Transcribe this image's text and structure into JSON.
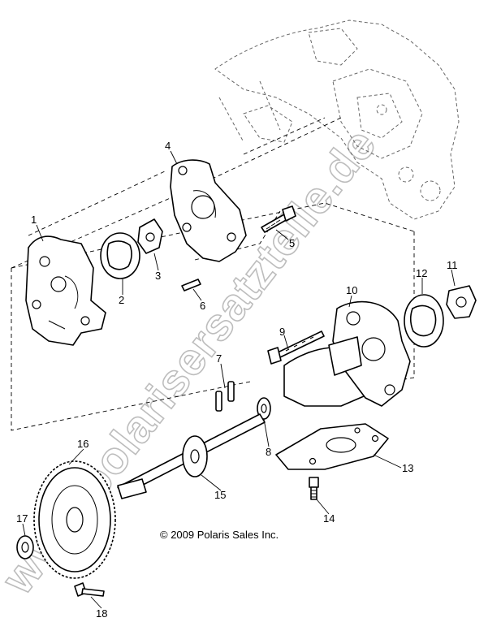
{
  "callouts": [
    "1",
    "2",
    "3",
    "4",
    "5",
    "6",
    "7",
    "8",
    "9",
    "10",
    "11",
    "12",
    "13",
    "14",
    "15",
    "16",
    "17",
    "18"
  ],
  "copyright": "© 2009 Polaris Sales Inc.",
  "watermark": "www.polarisersatzteile.de"
}
